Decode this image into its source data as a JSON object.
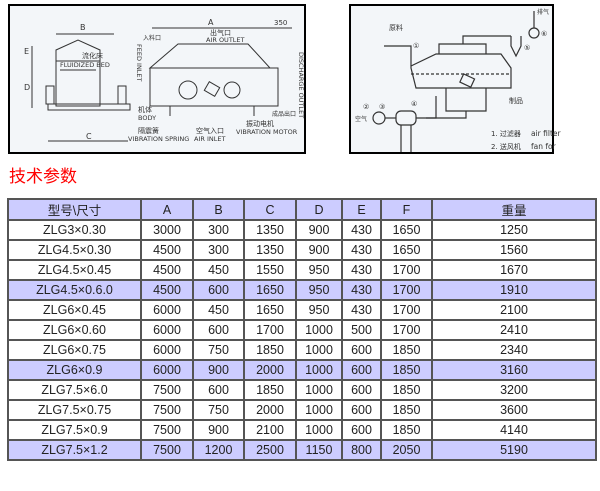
{
  "diagram_left": {
    "dims": {
      "A": "A",
      "B": "B",
      "C": "C",
      "D": "D",
      "E": "E",
      "extra": "350"
    },
    "labels": {
      "feed_inlet": "入料口",
      "feed_inlet_en": "FEED INLET",
      "air_outlet": "出气口",
      "air_outlet_en": "AIR OUTLET",
      "fluid_bed": "流化床",
      "fluid_bed_en": "FLUIDIZED BED",
      "body": "机体",
      "body_en": "BODY",
      "spring": "隔震簧",
      "spring_en": "VIBRATION SPRING",
      "air_inlet": "空气入口",
      "air_inlet_en": "AIR INLET",
      "motor": "振动电机",
      "motor_en": "VIBRATION MOTOR",
      "product_outlet": "成品出口",
      "product_outlet_en": "DISCHARGE OUTLET"
    }
  },
  "diagram_right": {
    "labels": {
      "raw": "原料",
      "exhaust": "排气",
      "product": "制品",
      "air": "空气",
      "n1": "①",
      "n2": "②",
      "n3": "③",
      "n4": "④",
      "n5": "⑤",
      "n6": "⑥",
      "legend1": "1. 过滤器",
      "legend1_en": "air filter",
      "legend2": "2. 送风机",
      "legend2_en": "fan for"
    }
  },
  "section_title": "技术参数",
  "table": {
    "headers": [
      "型号\\尺寸",
      "A",
      "B",
      "C",
      "D",
      "E",
      "F",
      "重量"
    ],
    "rows": [
      {
        "cells": [
          "ZLG3×0.30",
          "3000",
          "300",
          "1350",
          "900",
          "430",
          "1650",
          "1250"
        ],
        "highlight": false
      },
      {
        "cells": [
          "ZLG4.5×0.30",
          "4500",
          "300",
          "1350",
          "900",
          "430",
          "1650",
          "1560"
        ],
        "highlight": false
      },
      {
        "cells": [
          "ZLG4.5×0.45",
          "4500",
          "450",
          "1550",
          "950",
          "430",
          "1700",
          "1670"
        ],
        "highlight": false
      },
      {
        "cells": [
          "ZLG4.5×0.6.0",
          "4500",
          "600",
          "1650",
          "950",
          "430",
          "1700",
          "1910"
        ],
        "highlight": true
      },
      {
        "cells": [
          "ZLG6×0.45",
          "6000",
          "450",
          "1650",
          "950",
          "430",
          "1700",
          "2100"
        ],
        "highlight": false
      },
      {
        "cells": [
          "ZLG6×0.60",
          "6000",
          "600",
          "1700",
          "1000",
          "500",
          "1700",
          "2410"
        ],
        "highlight": false
      },
      {
        "cells": [
          "ZLG6×0.75",
          "6000",
          "750",
          "1850",
          "1000",
          "600",
          "1850",
          "2340"
        ],
        "highlight": false
      },
      {
        "cells": [
          "ZLG6×0.9",
          "6000",
          "900",
          "2000",
          "1000",
          "600",
          "1850",
          "3160"
        ],
        "highlight": true
      },
      {
        "cells": [
          "ZLG7.5×6.0",
          "7500",
          "600",
          "1850",
          "1000",
          "600",
          "1850",
          "3200"
        ],
        "highlight": false
      },
      {
        "cells": [
          "ZLG7.5×0.75",
          "7500",
          "750",
          "2000",
          "1000",
          "600",
          "1850",
          "3600"
        ],
        "highlight": false
      },
      {
        "cells": [
          "ZLG7.5×0.9",
          "7500",
          "900",
          "2100",
          "1000",
          "600",
          "1850",
          "4140"
        ],
        "highlight": false
      },
      {
        "cells": [
          "ZLG7.5×1.2",
          "7500",
          "1200",
          "2500",
          "1150",
          "800",
          "2050",
          "5190"
        ],
        "highlight": true
      }
    ]
  },
  "colors": {
    "title": "#ff0000",
    "highlight": "#ccccff"
  }
}
